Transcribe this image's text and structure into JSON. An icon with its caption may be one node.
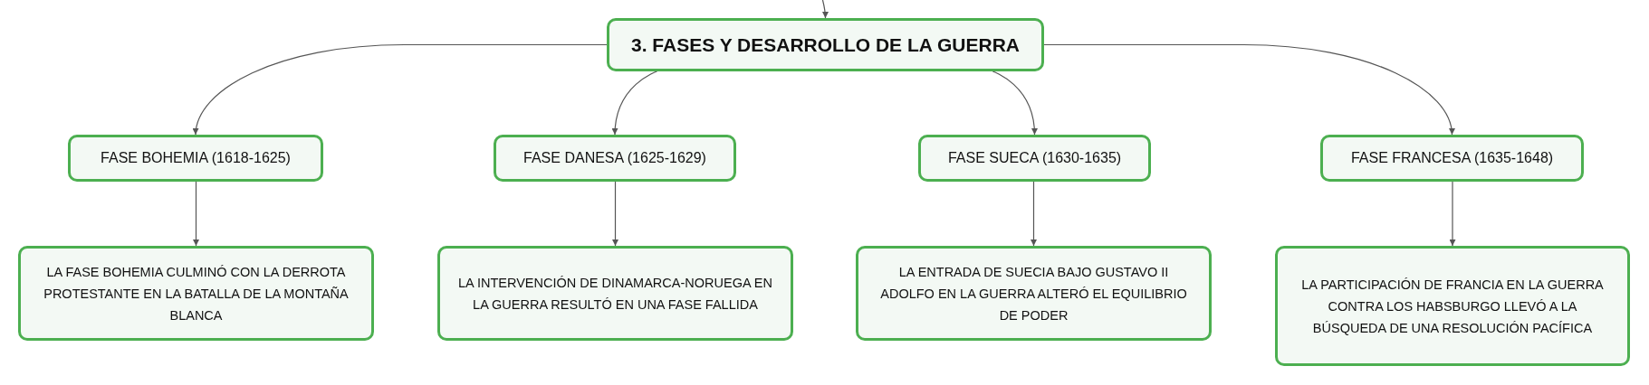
{
  "diagram": {
    "nodes": [
      {
        "text": [
          "3. FASES Y DESARROLLO DE LA GUERRA"
        ]
      },
      {
        "text": [
          "FASE BOHEMIA (1618-1625)"
        ]
      },
      {
        "text": [
          "FASE DANESA (1625-1629)"
        ]
      },
      {
        "text": [
          "FASE SUECA (1630-1635)"
        ]
      },
      {
        "text": [
          "FASE FRANCESA (1635-1648)"
        ]
      },
      {
        "text": [
          "LA FASE BOHEMIA CULMINÓ CON LA DERROTA PROTESTANTE EN LA BATALLA DE LA MONTAÑA BLANCA"
        ]
      },
      {
        "text": [
          "LA INTERVENCIÓN DE DINAMARCA-NORUEGA EN LA GUERRA RESULTÓ EN UNA FASE FALLIDA"
        ]
      },
      {
        "text": [
          "LA ENTRADA DE SUECIA BAJO GUSTAVO II ADOLFO EN LA GUERRA ALTERÓ EL EQUILIBRIO DE PODER"
        ]
      },
      {
        "text": [
          "LA PARTICIPACIÓN DE FRANCIA EN LA GUERRA CONTRA LOS HABSBURGO LLEVÓ A LA BÚSQUEDA DE UNA RESOLUCIÓN PACÍFICA"
        ]
      }
    ],
    "edges": [
      {
        "from": null,
        "to": 0,
        "arrow": "to"
      },
      {
        "from": 0,
        "to": 1,
        "arrow": "to"
      },
      {
        "from": 0,
        "to": 2,
        "arrow": "to"
      },
      {
        "from": 0,
        "to": 3,
        "arrow": "to"
      },
      {
        "from": 0,
        "to": 4,
        "arrow": "to"
      },
      {
        "from": 1,
        "to": 5,
        "arrow": "to"
      },
      {
        "from": 2,
        "to": 6,
        "arrow": "to"
      },
      {
        "from": 3,
        "to": 7,
        "arrow": "to"
      },
      {
        "from": 4,
        "to": 8,
        "arrow": "to"
      }
    ]
  }
}
